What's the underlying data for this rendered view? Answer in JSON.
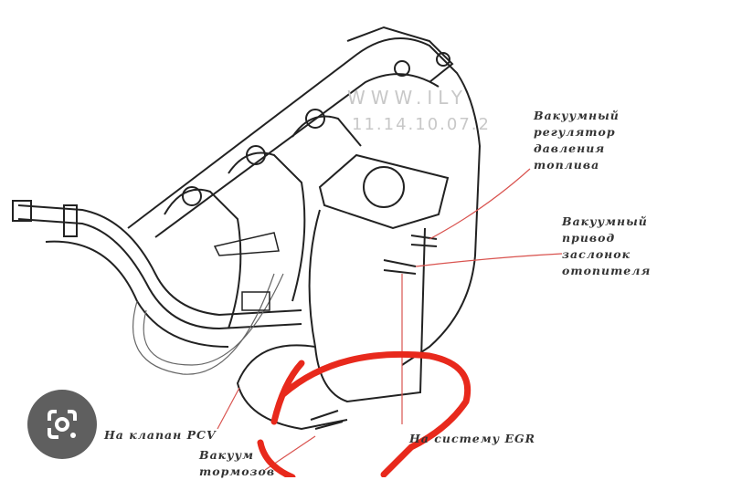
{
  "watermark": {
    "line1": "WWW.ILY",
    "line2": "11.14.10.07.2"
  },
  "labels": {
    "fuel_regulator": "Вакуумный\nрегулятор\nдавления\nтоплива",
    "heater_flaps": "Вакуумный\nпривод\nзаслонок\nотопителя",
    "pcv": "На клапан PCV",
    "egr": "На систему EGR",
    "brake": "Вакуум\nтормозов"
  },
  "icons": {
    "lens": "google-lens-icon"
  },
  "colors": {
    "annotation": "#e8291c",
    "pointer": "#d9534f",
    "ink": "#222222"
  }
}
